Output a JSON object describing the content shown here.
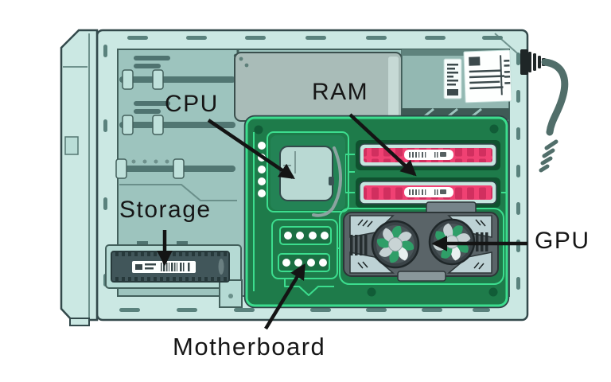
{
  "labels": {
    "cpu": "CPU",
    "ram": "RAM",
    "storage": "Storage",
    "gpu": "GPU",
    "motherboard": "Motherboard"
  },
  "components": [
    "computer-case",
    "front-panel",
    "drive-bay-rails",
    "power-supply",
    "spec-sticker",
    "barcode-sticker",
    "power-plug",
    "power-cable",
    "motherboard-pcb",
    "cpu-socket",
    "ram-sticks",
    "gpu-dual-fan",
    "storage-drive",
    "connector-headers",
    "annotation-arrows"
  ],
  "colors": {
    "case_mint": "#cbe8e3",
    "case_interior": "#9dc4be",
    "outline_dark": "#33494b",
    "motherboard_green": "#1e7b4a",
    "trace_green": "#3cdd8e",
    "ram_pink": "#f23e72",
    "ram_pink_dark": "#d12f5f",
    "gpu_gray": "#5a6468",
    "fan_blade_green": "#2f9e68",
    "cable_gray": "#516e6a",
    "label_text": "#161616"
  }
}
